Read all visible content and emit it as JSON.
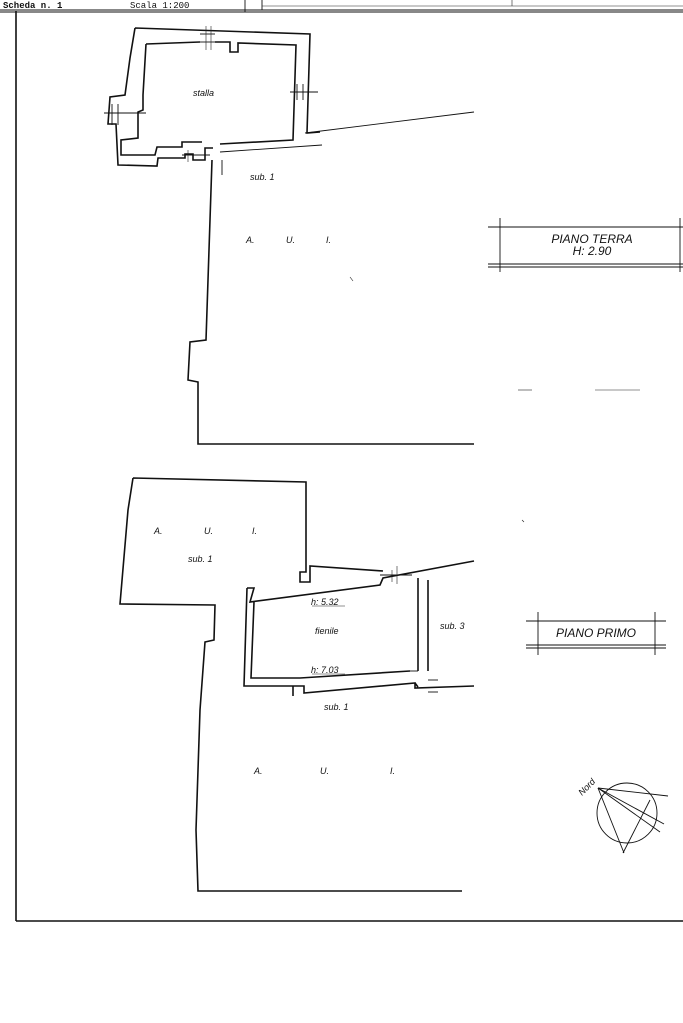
{
  "header": {
    "scheda": "Scheda n. 1",
    "scala": "Scala 1:200"
  },
  "piano_terra": {
    "title": "PIANO TERRA",
    "height": "H: 2.90",
    "rooms": {
      "stalla": "stalla",
      "sub": "sub. 1",
      "aui_a": "A.",
      "aui_u": "U.",
      "aui_i": "I."
    }
  },
  "piano_primo": {
    "title": "PIANO PRIMO",
    "rooms": {
      "aui_top_a": "A.",
      "aui_top_u": "U.",
      "aui_top_i": "I.",
      "sub_top": "sub. 1",
      "h_top": "h: 5.32",
      "fienile": "fienile",
      "h_bottom": "h: 7.03",
      "sub3": "sub. 3",
      "sub_bottom": "sub. 1",
      "aui_bot_a": "A.",
      "aui_bot_u": "U.",
      "aui_bot_i": "I."
    }
  },
  "compass": {
    "label": "Nord"
  }
}
